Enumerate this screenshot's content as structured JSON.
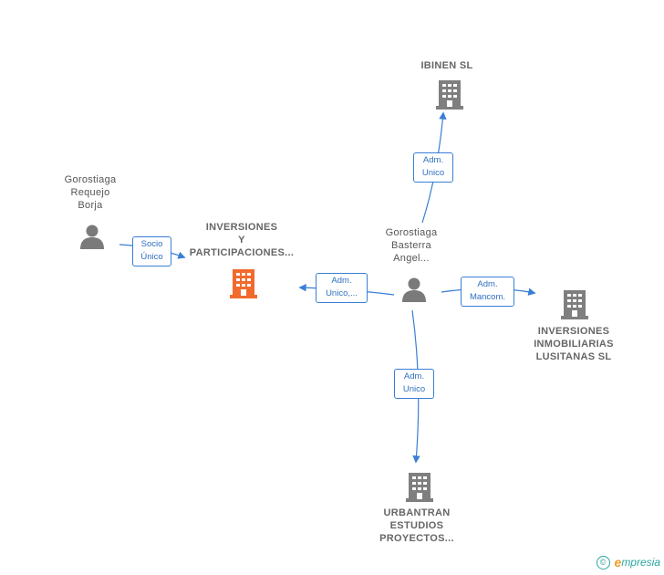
{
  "colors": {
    "edge": "#3a7fd5",
    "person_icon": "#7a7a7a",
    "company_icon": "#7f7f7f",
    "focus_company_icon": "#f26a2e",
    "brand": "#2aa6a0"
  },
  "nodes": {
    "person_requejo": {
      "type": "person",
      "icon": "person-icon",
      "label_lines": [
        "Gorostiaga",
        "Requejo",
        "Borja"
      ]
    },
    "person_basterra": {
      "type": "person",
      "icon": "person-icon",
      "label_lines": [
        "Gorostiaga",
        "Basterra",
        "Angel..."
      ]
    },
    "company_inversiones_participaciones": {
      "type": "company",
      "focus": true,
      "icon": "building-icon",
      "label_lines": [
        "INVERSIONES",
        "Y",
        "PARTICIPACIONES..."
      ]
    },
    "company_ibinen": {
      "type": "company",
      "icon": "building-icon",
      "label_lines": [
        "IBINEN SL"
      ]
    },
    "company_inmobiliarias": {
      "type": "company",
      "icon": "building-icon",
      "label_lines": [
        "INVERSIONES",
        "INMOBILIARIAS",
        "LUSITANAS  SL"
      ]
    },
    "company_urbantran": {
      "type": "company",
      "icon": "building-icon",
      "label_lines": [
        "URBANTRAN",
        "ESTUDIOS",
        "PROYECTOS..."
      ]
    }
  },
  "edges": {
    "socio_unico": {
      "from": "person_requejo",
      "to": "company_inversiones_participaciones",
      "label_lines": [
        "Socio",
        "Único"
      ]
    },
    "adm_unico_participaciones": {
      "from": "person_basterra",
      "to": "company_inversiones_participaciones",
      "label_lines": [
        "Adm.",
        "Unico,..."
      ]
    },
    "adm_unico_ibinen": {
      "from": "person_basterra",
      "to": "company_ibinen",
      "label_lines": [
        "Adm.",
        "Unico"
      ]
    },
    "adm_mancom": {
      "from": "person_basterra",
      "to": "company_inmobiliarias",
      "label_lines": [
        "Adm.",
        "Mancom."
      ]
    },
    "adm_unico_urbantran": {
      "from": "person_basterra",
      "to": "company_urbantran",
      "label_lines": [
        "Adm.",
        "Unico"
      ]
    }
  },
  "footer": {
    "copyright_symbol": "©",
    "brand_initial": "e",
    "brand_rest": "mpresia"
  }
}
